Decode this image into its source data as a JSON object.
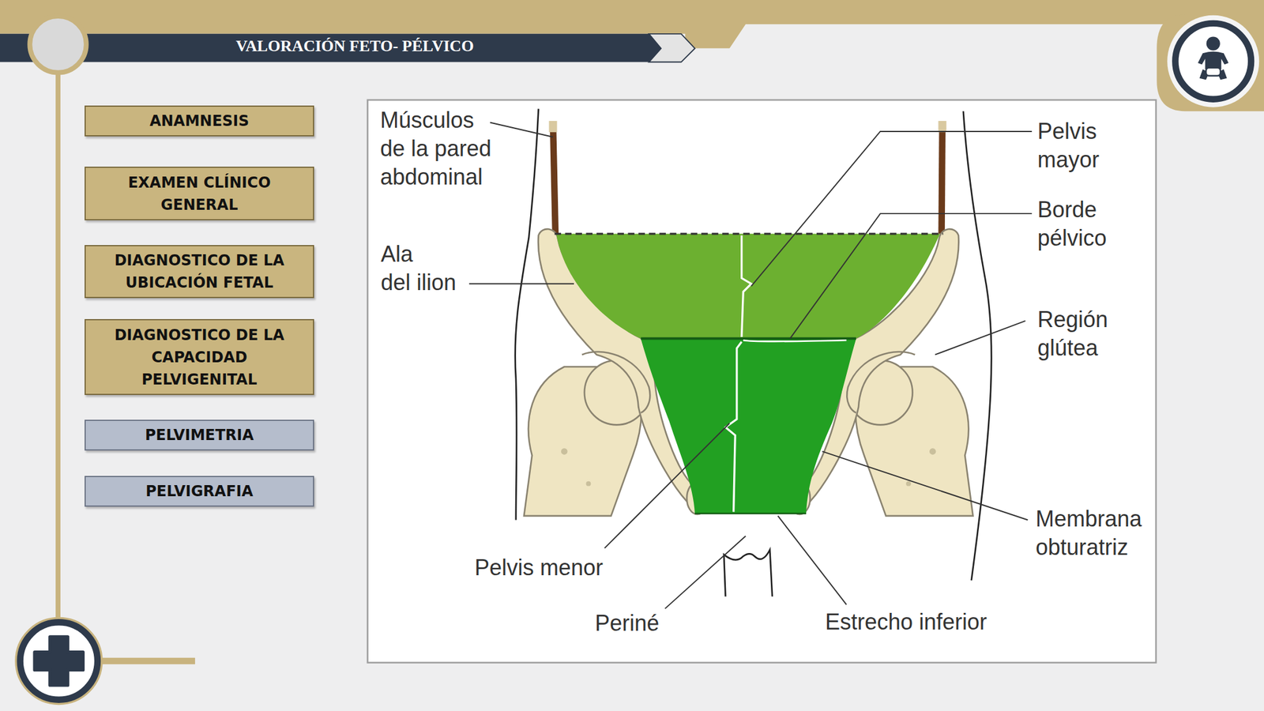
{
  "diagram": {
    "title": "VALORACIÓN FETO- PÉLVICO",
    "nodes": [
      {
        "text": [
          "ANAMNESIS"
        ]
      },
      {
        "text": [
          "EXAMEN CLÍNICO GENERAL"
        ]
      },
      {
        "text": [
          "DIAGNOSTICO DE LA UBICACIÓN FETAL"
        ]
      },
      {
        "text": [
          "DIAGNOSTICO DE LA CAPACIDAD PELVIGENITAL"
        ]
      },
      {
        "text": [
          "PELVIMETRIA"
        ]
      },
      {
        "text": [
          "PELVIGRAFIA"
        ]
      }
    ],
    "labels": [
      "Músculos de la pared abdominal",
      "Pelvis mayor",
      "Borde pélvico",
      "Ala del ilion",
      "Región glútea",
      "Membrana obturatriz",
      "Pelvis menor",
      "Periné",
      "Estrecho inferior"
    ]
  }
}
